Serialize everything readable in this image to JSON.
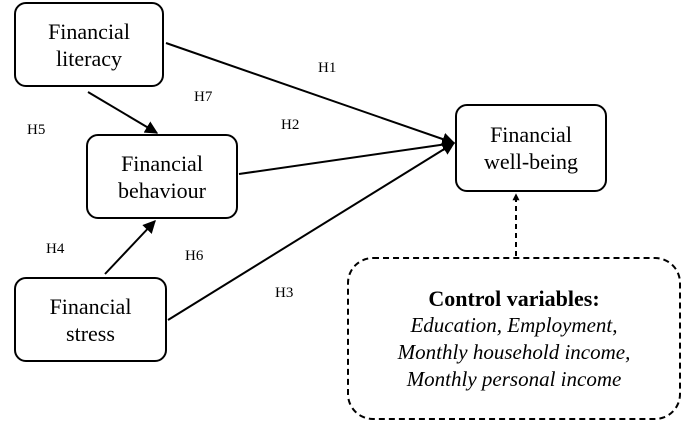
{
  "nodes": {
    "financial_literacy": {
      "line1": "Financial",
      "line2": "literacy"
    },
    "financial_behaviour": {
      "line1": "Financial",
      "line2": "behaviour"
    },
    "financial_stress": {
      "line1": "Financial",
      "line2": "stress"
    },
    "financial_well_being": {
      "line1": "Financial",
      "line2": "well-being"
    }
  },
  "control_variables": {
    "title": "Control variables:",
    "lines": [
      "Education, Employment,",
      "Monthly household income,",
      "Monthly personal income"
    ]
  },
  "hypotheses": {
    "h1": "H1",
    "h2": "H2",
    "h3": "H3",
    "h4": "H4",
    "h5": "H5",
    "h6": "H6",
    "h7": "H7"
  }
}
